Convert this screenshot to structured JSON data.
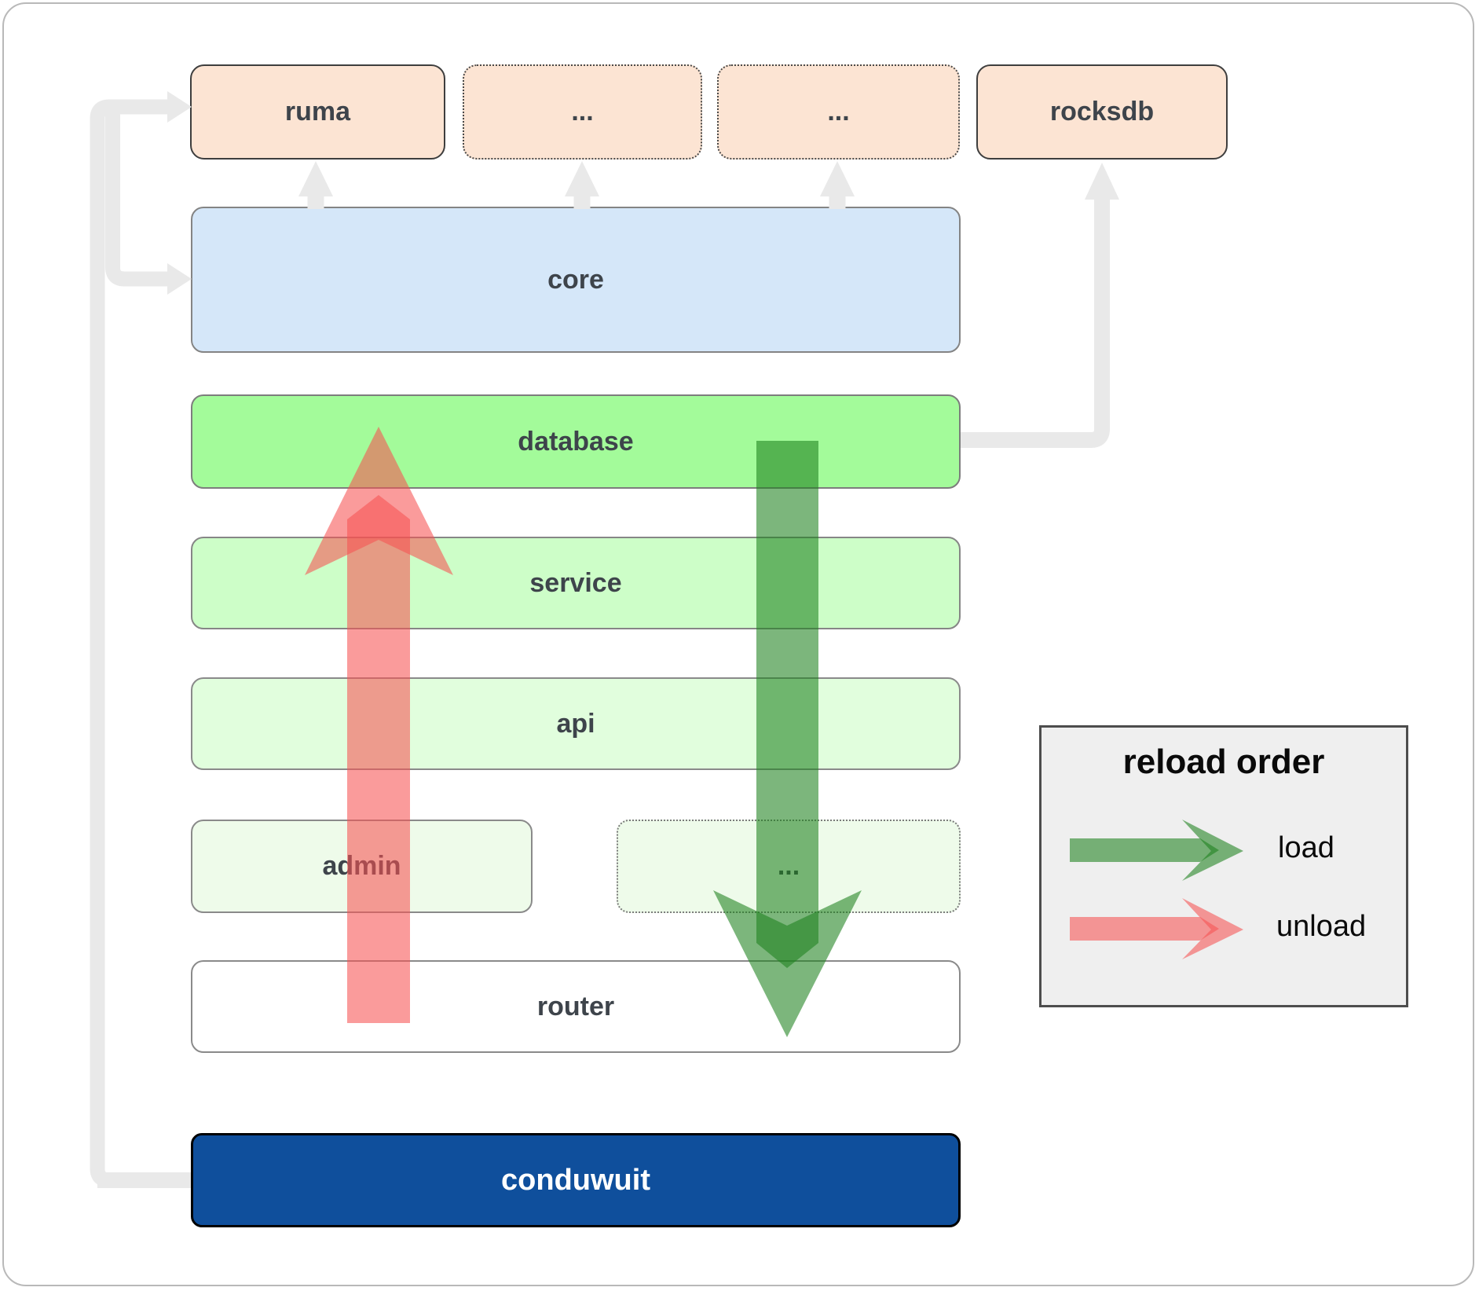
{
  "nodes": {
    "ruma": "ruma",
    "top_dots_1": "...",
    "top_dots_2": "...",
    "rocksdb": "rocksdb",
    "core": "core",
    "database": "database",
    "service": "service",
    "api": "api",
    "admin": "admin",
    "admin_dots": "...",
    "router": "router",
    "conduwuit": "conduwuit"
  },
  "legend": {
    "title": "reload order",
    "items": [
      {
        "label": "load",
        "color": "#3da33d"
      },
      {
        "label": "unload",
        "color": "#f56e6e"
      }
    ]
  },
  "colors": {
    "peach_fill": "#fce4d3",
    "core_fill": "#d5e7f9",
    "database_fill": "#a3fb9a",
    "service_fill": "#cdfec8",
    "api_fill": "#e1fedd",
    "admin_fill": "#eefbea",
    "router_fill": "#ffffff",
    "conduwuit_fill": "#0f4f9c",
    "connector_gray": "#e9e9e9",
    "load_green": "rgba(30,130,30,0.58)",
    "unload_red": "rgba(247,83,83,0.58)",
    "label_text": "#3e444b"
  }
}
